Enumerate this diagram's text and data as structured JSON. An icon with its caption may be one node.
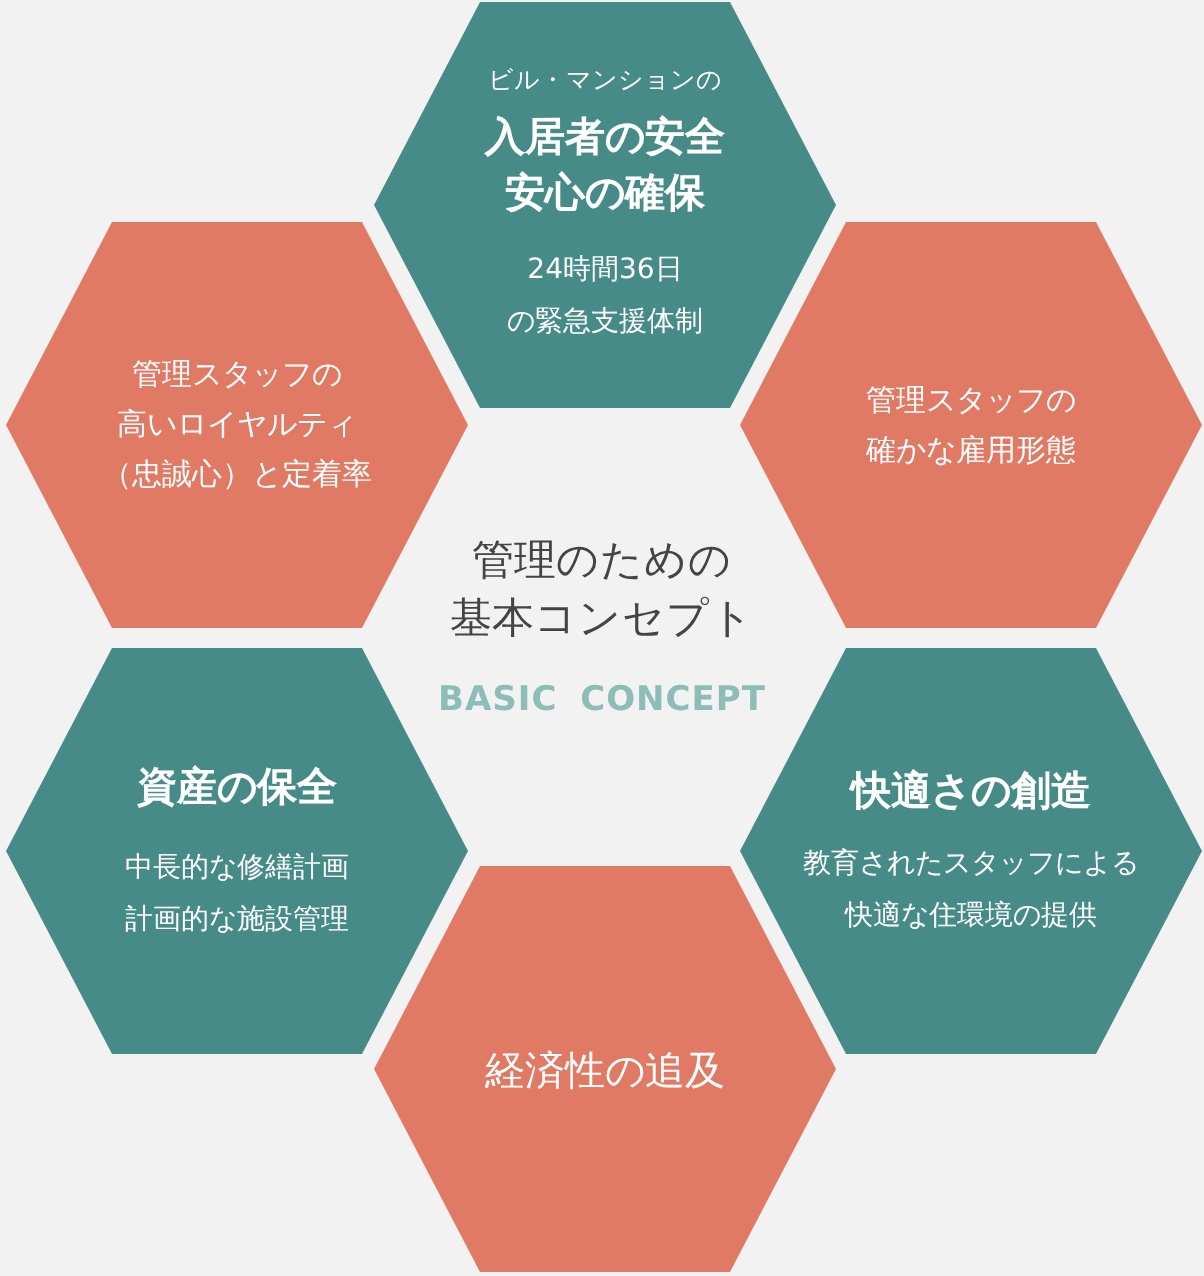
{
  "diagram": {
    "title": "管理のための基本コンセプト",
    "nodes": [
      {
        "text": [
          "ビル・マンションの",
          "入居者の安全安心の確保",
          "24時間36日の緊急支援体制"
        ]
      },
      {
        "text": [
          "管理スタッフの高いロイヤルティ（忠誠心）と定着率"
        ]
      },
      {
        "text": [
          "管理スタッフの確かな雇用形態"
        ]
      },
      {
        "text": [
          "資産の保全",
          "中長的な修繕計画計画的な施設管理"
        ]
      },
      {
        "text": [
          "快適さの創造",
          "教育されたスタッフによる快適な住環境の提供"
        ]
      },
      {
        "text": [
          "経済性の追及"
        ]
      }
    ],
    "labels": [
      "BASIC CONCEPT"
    ]
  }
}
